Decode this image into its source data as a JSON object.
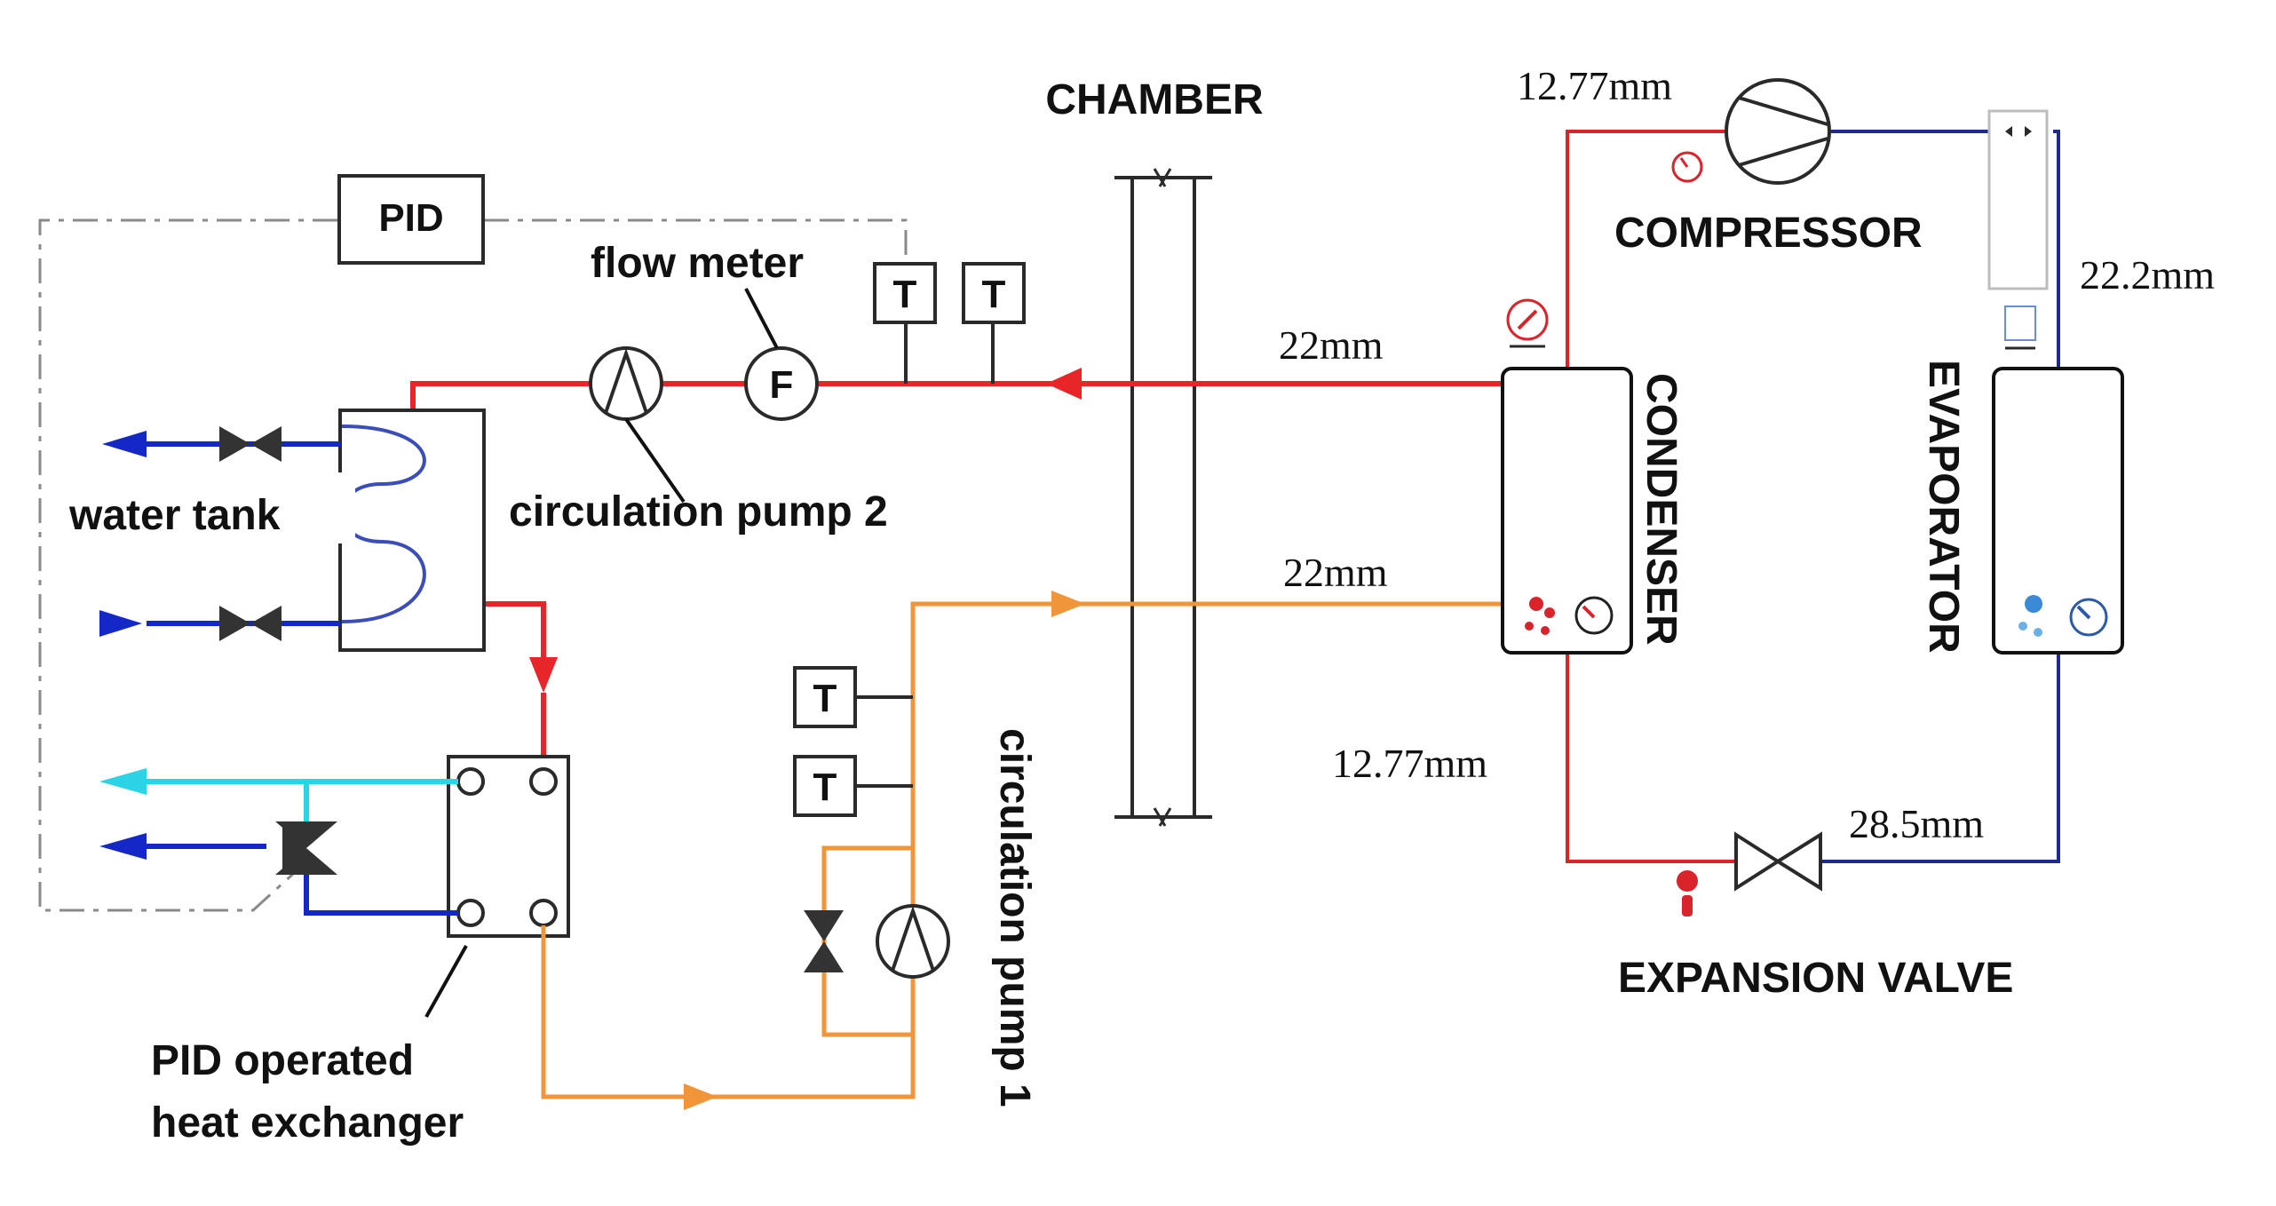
{
  "labels": {
    "chamber": "CHAMBER",
    "pid": "PID",
    "flow_meter": "flow meter",
    "flow_meter_symbol": "F",
    "temp_sensor_symbol": "T",
    "water_tank": "water tank",
    "circulation_pump_2": "circulation pump 2",
    "circulation_pump_1": "circulation pump 1",
    "heat_exchanger_line1": "PID operated",
    "heat_exchanger_line2": "heat exchanger",
    "compressor": "COMPRESSOR",
    "condenser": "CONDENSER",
    "evaporator": "EVAPORATOR",
    "expansion_valve": "EXPANSION VALVE"
  },
  "pipe_sizes": {
    "compressor_discharge": "12.77mm",
    "hot_water_outlet": "22mm",
    "cold_water_inlet": "22mm",
    "evaporator_suction": "22.2mm",
    "condenser_liquid": "12.77mm",
    "expansion_valve_outlet": "28.5mm"
  },
  "colors": {
    "hot_water": "#e8262a",
    "return_water": "#f0953a",
    "cold_supply": "#1428c8",
    "cool_outlet": "#2ad4e6",
    "refrigerant_high": "#d8242a",
    "refrigerant_low": "#1e2a8c",
    "control_line": "#8a8a8a"
  }
}
